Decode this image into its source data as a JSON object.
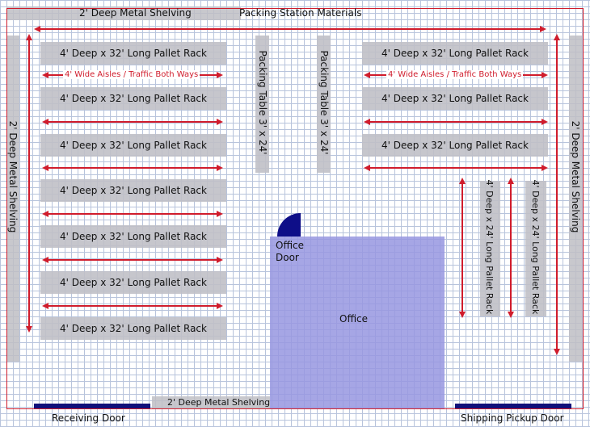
{
  "labels": {
    "top_shelving": "2' Deep Metal Shelving",
    "packing_materials": "Packing Station Materials",
    "left_shelving": "2' Deep Metal Shelving",
    "right_shelving": "2' Deep Metal Shelving",
    "bottom_shelving": "2' Deep Metal Shelving",
    "packing_table_1": "Packing Table 3' x 24'",
    "packing_table_2": "Packing Table 3' x 24'",
    "office": "Office",
    "office_door": "Office Door",
    "receiving_door": "Receiving Door",
    "shipping_door": "Shipping Pickup Door",
    "aisles_left": "4' Wide Aisles / Traffic Both Ways",
    "aisles_right": "4' Wide Aisles / Traffic Both Ways",
    "vertical_rack_1": "4' Deep x 24' Long Pallet Rack",
    "vertical_rack_2": "4' Deep x 24' Long Pallet Rack"
  },
  "left_racks": [
    "4' Deep x 32' Long Pallet Rack",
    "4' Deep x 32' Long Pallet Rack",
    "4' Deep x 32' Long Pallet Rack",
    "4' Deep x 32' Long Pallet Rack",
    "4' Deep x 32' Long Pallet Rack",
    "4' Deep x 32' Long Pallet Rack",
    "4' Deep x 32' Long Pallet Rack"
  ],
  "right_racks": [
    "4' Deep x 32' Long Pallet Rack",
    "4' Deep x 32' Long Pallet Rack",
    "4' Deep x 32' Long Pallet Rack"
  ],
  "colors": {
    "wall": "#d01c2c",
    "arrow": "#d01c2c",
    "office": "#9696e1",
    "door_bar": "#10107a",
    "rack": "#c0c0c6"
  }
}
